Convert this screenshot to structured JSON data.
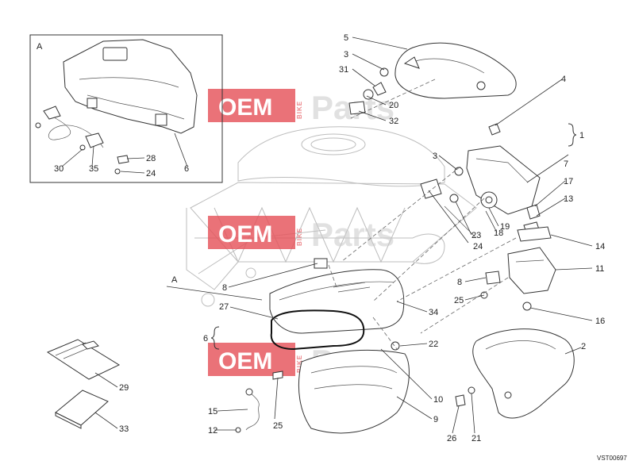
{
  "diagram": {
    "inset_label": "A",
    "pointer_label": "A",
    "drawing_code": "VST00697",
    "brace_labels": {
      "right": "1",
      "left": "6"
    },
    "watermark": {
      "oem": "OEM",
      "bike": "BIKE",
      "parts": "Parts"
    },
    "callouts": [
      {
        "id": "c5",
        "label": "5"
      },
      {
        "id": "c3a",
        "label": "3"
      },
      {
        "id": "c31",
        "label": "31"
      },
      {
        "id": "c20",
        "label": "20"
      },
      {
        "id": "c32",
        "label": "32"
      },
      {
        "id": "c4",
        "label": "4"
      },
      {
        "id": "c1",
        "label": "1"
      },
      {
        "id": "c3b",
        "label": "3"
      },
      {
        "id": "c7",
        "label": "7"
      },
      {
        "id": "c17",
        "label": "17"
      },
      {
        "id": "c13",
        "label": "13"
      },
      {
        "id": "c19",
        "label": "19"
      },
      {
        "id": "c18",
        "label": "18"
      },
      {
        "id": "c23",
        "label": "23"
      },
      {
        "id": "c24a",
        "label": "24"
      },
      {
        "id": "c14",
        "label": "14"
      },
      {
        "id": "c11",
        "label": "11"
      },
      {
        "id": "c8a",
        "label": "8"
      },
      {
        "id": "c25a",
        "label": "25"
      },
      {
        "id": "c16",
        "label": "16"
      },
      {
        "id": "c2",
        "label": "2"
      },
      {
        "id": "c8b",
        "label": "8"
      },
      {
        "id": "c27",
        "label": "27"
      },
      {
        "id": "c34",
        "label": "34"
      },
      {
        "id": "c22",
        "label": "22"
      },
      {
        "id": "c10",
        "label": "10"
      },
      {
        "id": "c9",
        "label": "9"
      },
      {
        "id": "c29",
        "label": "29"
      },
      {
        "id": "c15",
        "label": "15"
      },
      {
        "id": "c25b",
        "label": "25"
      },
      {
        "id": "c12",
        "label": "12"
      },
      {
        "id": "c33",
        "label": "33"
      },
      {
        "id": "c26",
        "label": "26"
      },
      {
        "id": "c21",
        "label": "21"
      },
      {
        "id": "c28",
        "label": "28"
      },
      {
        "id": "c24b",
        "label": "24"
      },
      {
        "id": "c30",
        "label": "30"
      },
      {
        "id": "c35",
        "label": "35"
      },
      {
        "id": "c6i",
        "label": "6"
      }
    ]
  }
}
